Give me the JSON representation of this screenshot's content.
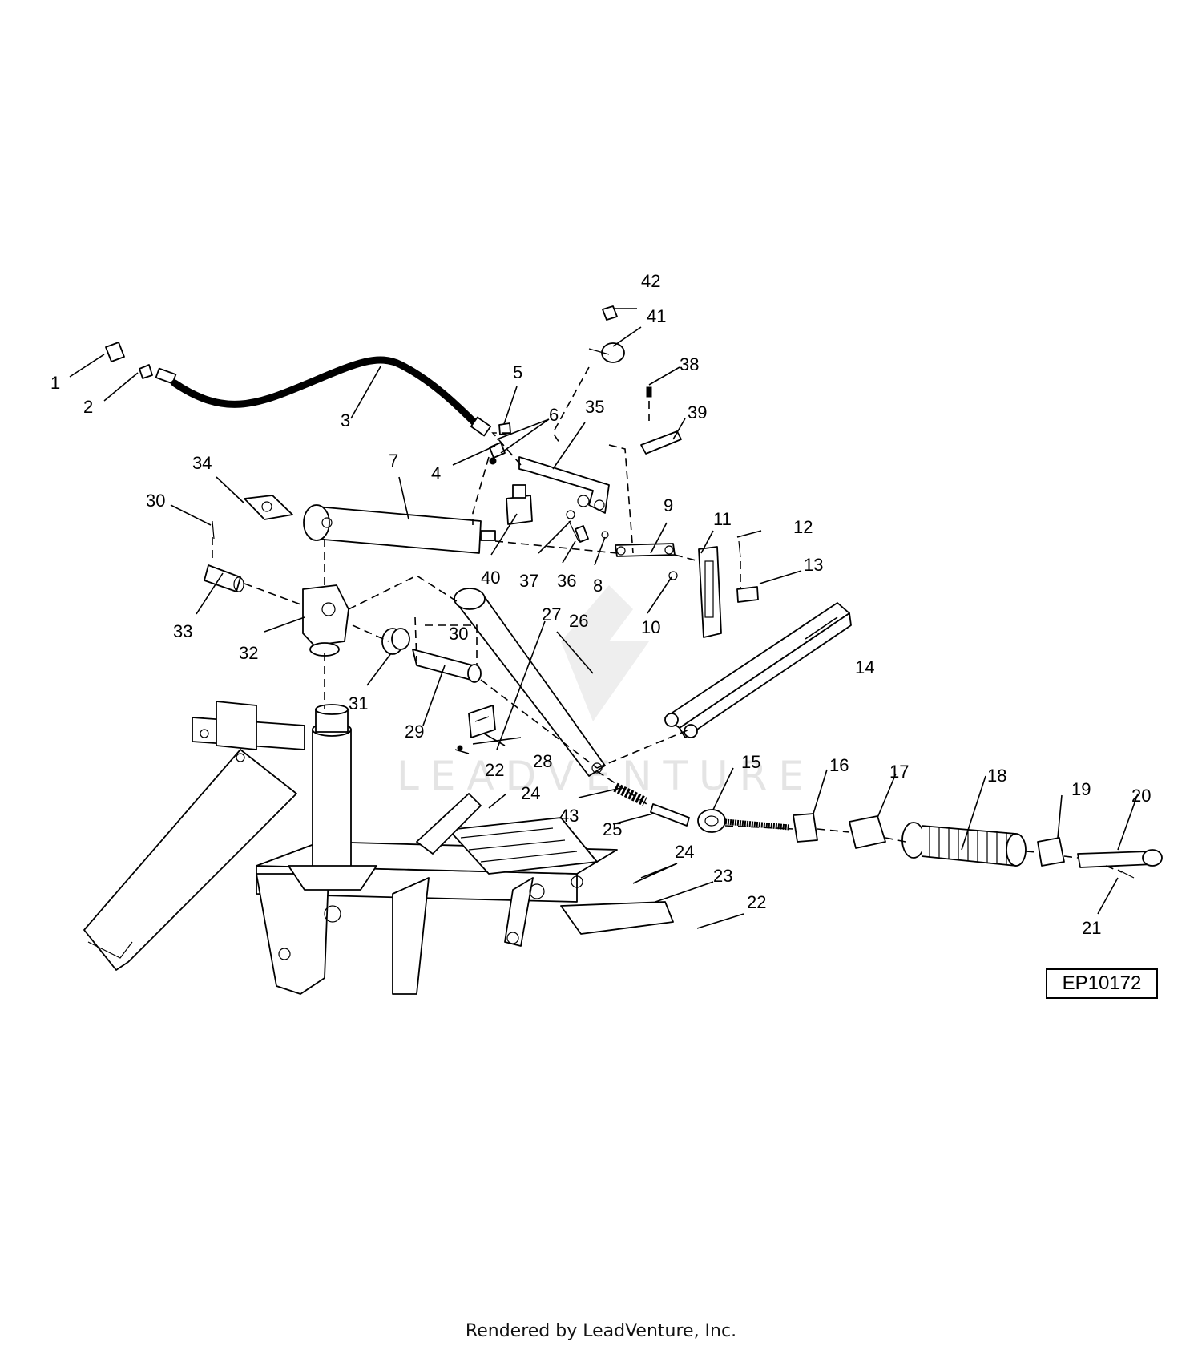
{
  "diagram": {
    "id_code": "EP10172",
    "footer": "Rendered by LeadVenture, Inc.",
    "watermark": "LEADVENTURE",
    "callouts": [
      "1",
      "2",
      "3",
      "4",
      "5",
      "6",
      "7",
      "8",
      "9",
      "10",
      "11",
      "12",
      "13",
      "14",
      "15",
      "16",
      "17",
      "18",
      "19",
      "20",
      "21",
      "22",
      "22",
      "23",
      "24",
      "24",
      "25",
      "26",
      "27",
      "28",
      "29",
      "30",
      "30",
      "31",
      "32",
      "33",
      "34",
      "35",
      "36",
      "37",
      "38",
      "39",
      "40",
      "41",
      "42",
      "43"
    ]
  }
}
